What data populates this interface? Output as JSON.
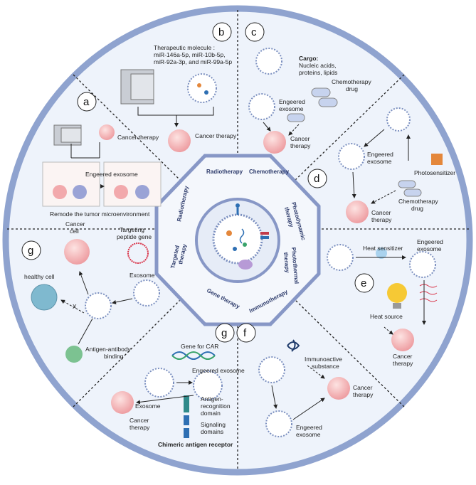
{
  "panels": {
    "a": {
      "letter": "a",
      "cancer_therapy": "Cancer therapy",
      "engineered_exosome": "Engeered exosome",
      "remodel": "Remode the tumor microenvironment"
    },
    "b": {
      "letter": "b",
      "therapeutic": "Therapeutic molecule :",
      "mirs1": "miR-146a-5p, miR-10b-5p,",
      "mirs2": "miR-92a-3p, and miR-99a-5p",
      "cancer_therapy": "Cancer therapy"
    },
    "c": {
      "letter": "c",
      "cargo_label": "Cargo:",
      "cargo1": "Nucleic acids,",
      "cargo2": "proteins, lipids",
      "chemo1": "Chemotherapy",
      "chemo2": "drug",
      "engineered1": "Engeered",
      "engineered2": "exosome",
      "cancer1": "Cancer",
      "cancer2": "therapy"
    },
    "d": {
      "letter": "d",
      "engineered1": "Engeered",
      "engineered2": "exosome",
      "photosensitizer": "Photosensitizer",
      "chemo1": "Chemotherapy",
      "chemo2": "drug",
      "cancer1": "Cancer",
      "cancer2": "therapy"
    },
    "e": {
      "letter": "e",
      "heat_sensitizer": "Heat sensitizer",
      "engineered1": "Engeered",
      "engineered2": "exosome",
      "heat_source": "Heat source",
      "cancer1": "Cancer",
      "cancer2": "therapy"
    },
    "f": {
      "letter": "f",
      "immuno1": "Immunoactive",
      "immuno2": "substance",
      "cancer1": "Cancer",
      "cancer2": "therapy",
      "engineered1": "Engeered",
      "engineered2": "exosome"
    },
    "g_car": {
      "letter": "g",
      "gene_car": "Gene for CAR",
      "engineered": "Engeered exosome",
      "exosome": "Exosome",
      "cancer1": "Cancer",
      "cancer2": "therapy",
      "antigen1": "Antigen-",
      "antigen2": "recognition",
      "antigen3": "domain",
      "signal1": "Signaling",
      "signal2": "domains",
      "car": "Chimeric antigen receptor"
    },
    "g_target": {
      "letter": "g",
      "cancer1": "Cancer",
      "cancer2": "cell",
      "targeting1": "Targeting",
      "targeting2": "peptide gene",
      "exosome": "Exosome",
      "healthy": "healthy cell",
      "x": "X",
      "binding1": "Antigen-antibody",
      "binding2": "binding"
    }
  },
  "segments": {
    "radiotherapy_top": "Radiotherapy",
    "chemotherapy": "Chemotherapy",
    "photodynamic1": "Photodynamic",
    "photodynamic2": "therapy",
    "photothermal1": "Photothermal",
    "photothermal2": "therapy",
    "immunotherapy": "Immunotherapy",
    "gene_therapy": "Gene therapy",
    "targeted1": "Targeted",
    "targeted2": "therapy",
    "radiotherapy_left": "Radiotherapy"
  },
  "colors": {
    "outer_ring": "#8fa3cf",
    "fill": "#eef3fb",
    "octagon": "#8797c6",
    "cell": "#f2a9ac",
    "accent_blue": "#2e6fb3"
  }
}
